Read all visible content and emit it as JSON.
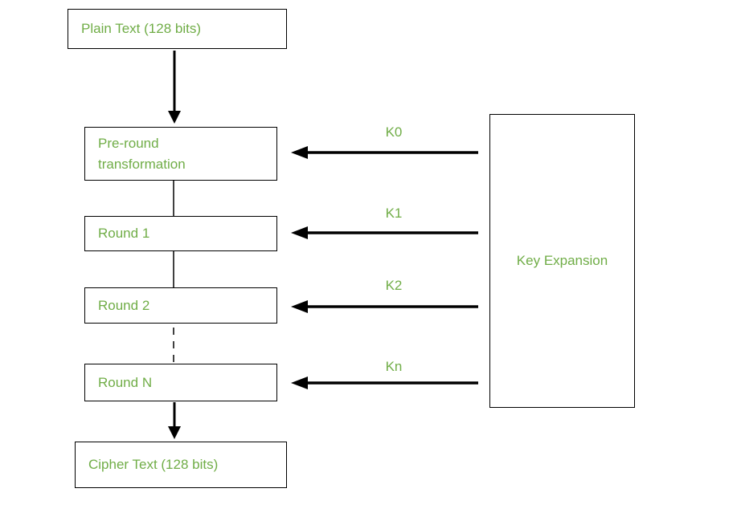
{
  "diagram": {
    "background": "#ffffff",
    "text_color": "#70AD47",
    "line_color": "#000000",
    "nodes": {
      "plain_text": {
        "label": "Plain Text (128 bits)"
      },
      "pre_round": {
        "label": "Pre-round transformation"
      },
      "round_1": {
        "label": "Round 1"
      },
      "round_2": {
        "label": "Round 2"
      },
      "round_n": {
        "label": "Round N"
      },
      "cipher_text": {
        "label": "Cipher Text (128 bits)"
      },
      "key_expansion": {
        "label": "Key Expansion"
      }
    },
    "key_labels": {
      "k0": "K0",
      "k1": "K1",
      "k2": "K2",
      "kn": "Kn"
    }
  }
}
